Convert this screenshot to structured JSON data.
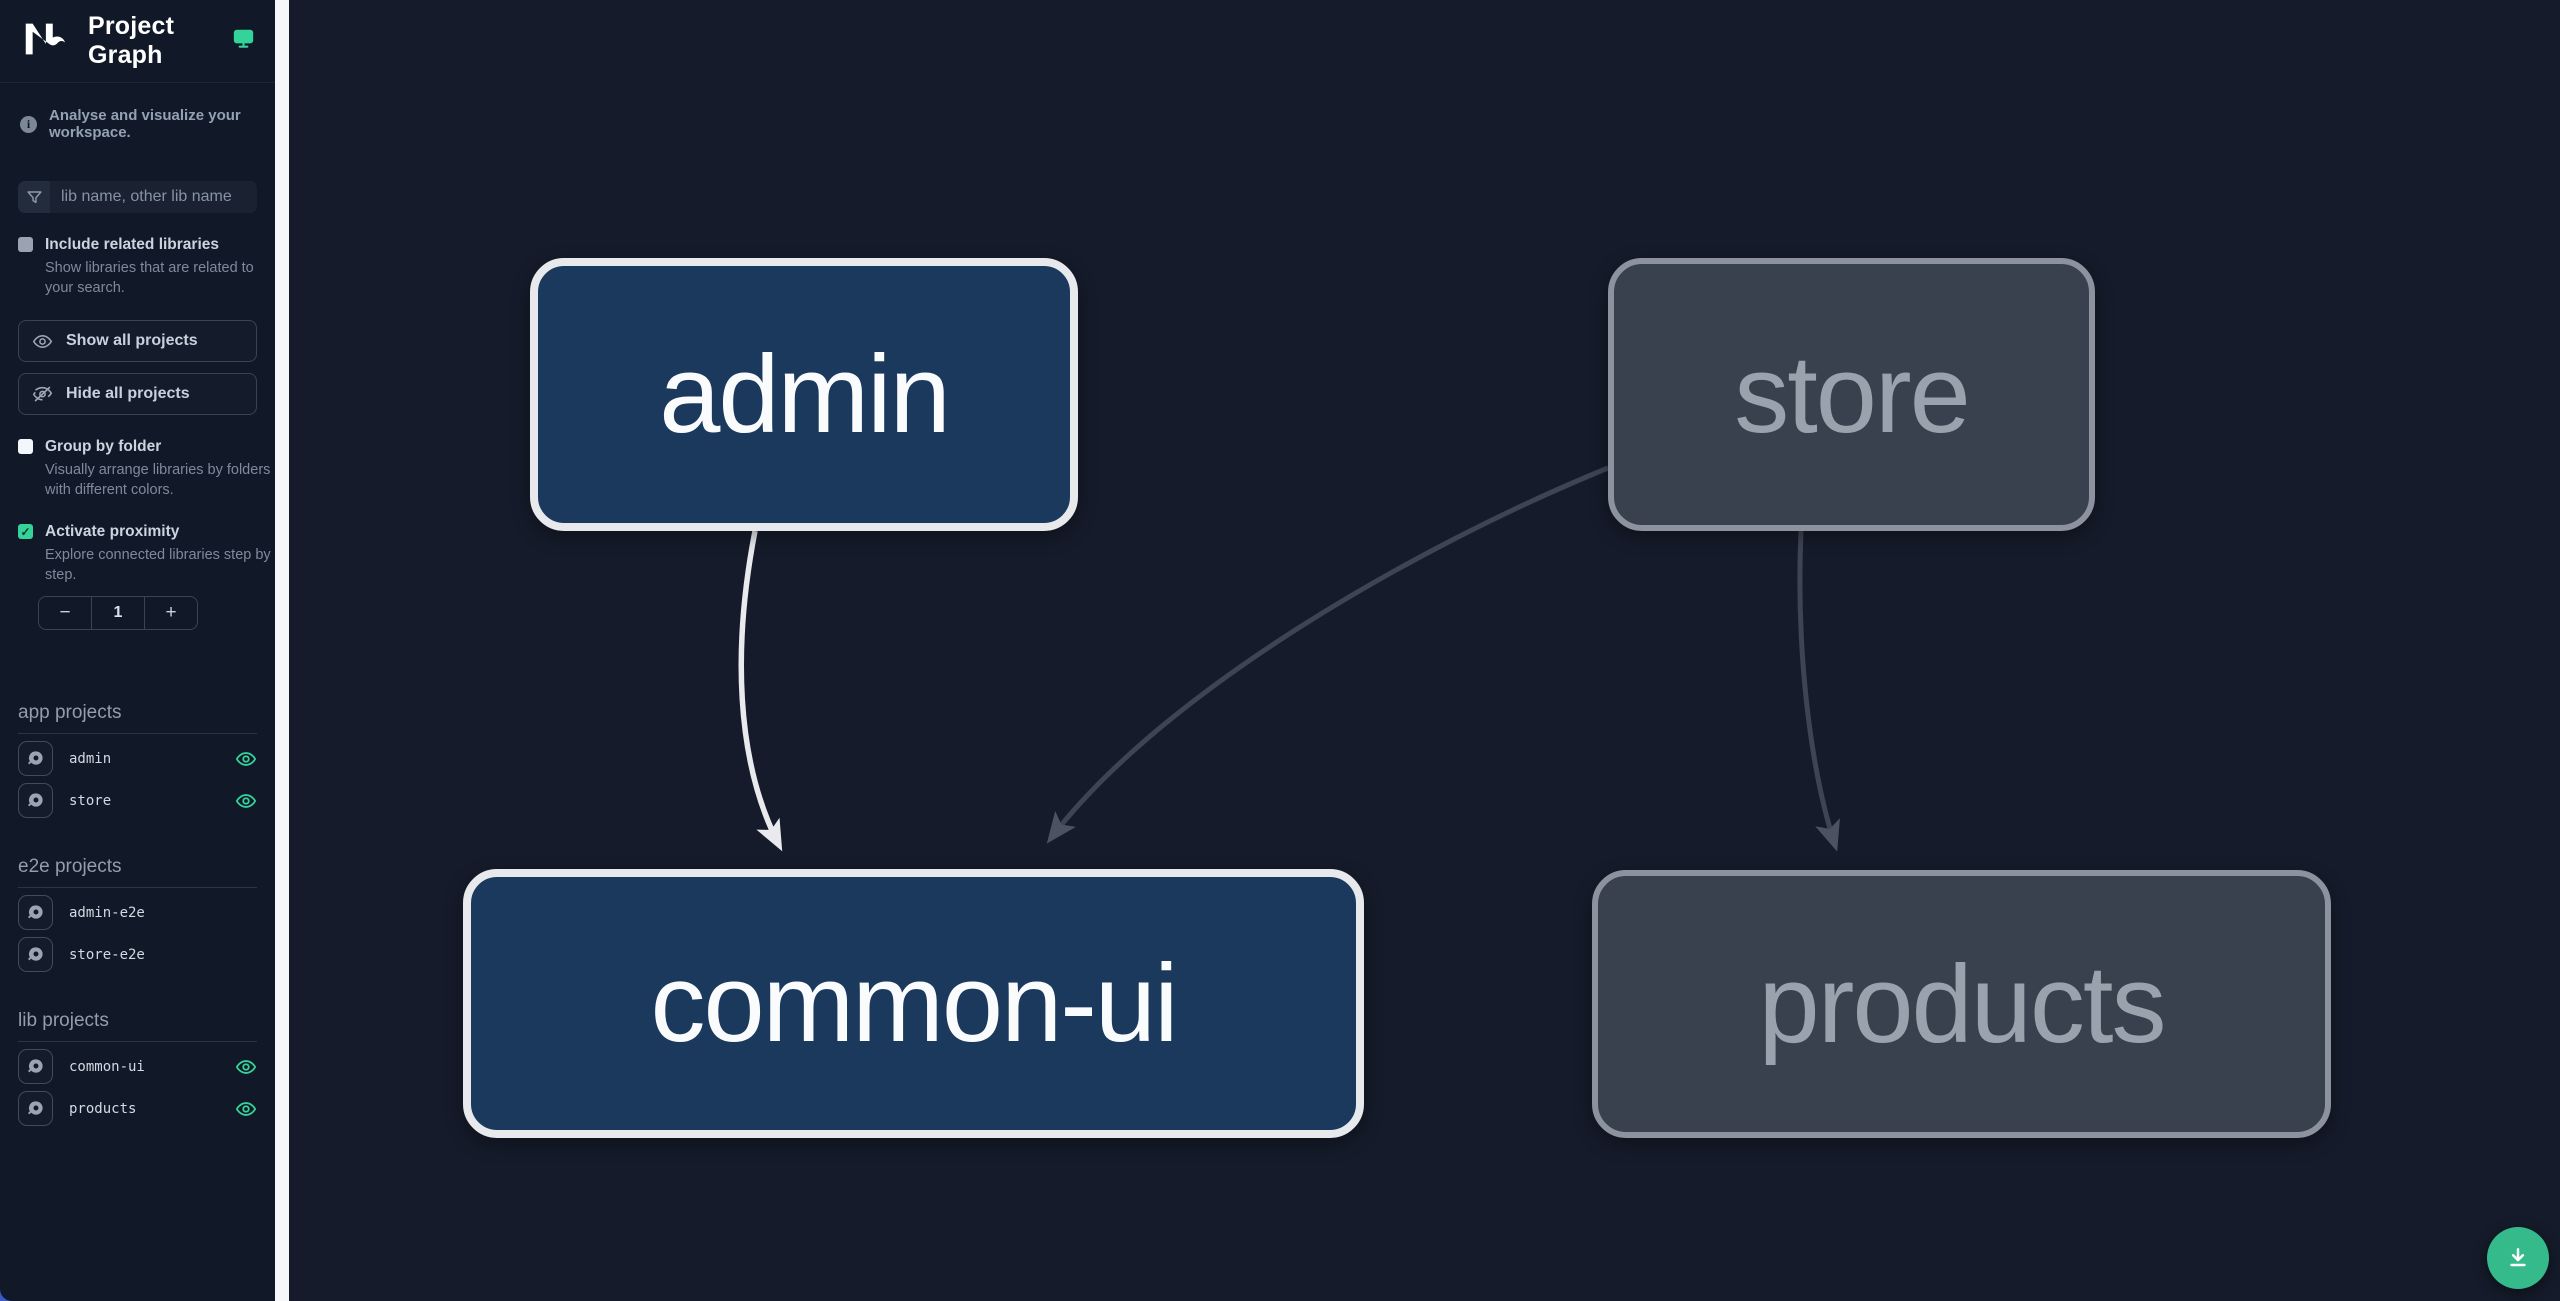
{
  "header": {
    "title": "Project Graph",
    "logo": "nx-logo",
    "monitor_icon": "monitor-icon"
  },
  "sidebar": {
    "tagline": "Analyse and visualize your workspace.",
    "search": {
      "placeholder": "lib name, other lib name"
    },
    "include_related": {
      "label": "Include related libraries",
      "description": "Show libraries that are related to your search.",
      "checked": false
    },
    "show_all_label": "Show all projects",
    "hide_all_label": "Hide all projects",
    "group_by_folder": {
      "label": "Group by folder",
      "description": "Visually arrange libraries by folders with different colors.",
      "checked": false
    },
    "activate_proximity": {
      "label": "Activate proximity",
      "description": "Explore connected libraries step by step.",
      "checked": true
    },
    "proximity_stepper": {
      "decrement": "−",
      "value": "1",
      "increment": "+"
    },
    "sections": [
      {
        "title": "app projects",
        "items": [
          {
            "name": "admin",
            "visible": true
          },
          {
            "name": "store",
            "visible": true
          }
        ]
      },
      {
        "title": "e2e projects",
        "items": [
          {
            "name": "admin-e2e",
            "visible": false
          },
          {
            "name": "store-e2e",
            "visible": false
          }
        ]
      },
      {
        "title": "lib projects",
        "items": [
          {
            "name": "common-ui",
            "visible": true
          },
          {
            "name": "products",
            "visible": true
          }
        ]
      }
    ]
  },
  "graph": {
    "nodes": [
      {
        "id": "admin",
        "label": "admin",
        "state": "focused"
      },
      {
        "id": "store",
        "label": "store",
        "state": "dimmed"
      },
      {
        "id": "common-ui",
        "label": "common-ui",
        "state": "focused"
      },
      {
        "id": "products",
        "label": "products",
        "state": "dimmed"
      }
    ],
    "edges": [
      {
        "from": "admin",
        "to": "common-ui",
        "state": "highlighted"
      },
      {
        "from": "store",
        "to": "common-ui",
        "state": "dimmed"
      },
      {
        "from": "store",
        "to": "products",
        "state": "dimmed"
      }
    ]
  },
  "fab": {
    "icon": "download-icon"
  },
  "colors": {
    "accent_green": "#34d399",
    "fab_green": "#35ba8c",
    "sidebar_bg": "#111827",
    "canvas_bg": "#151b2a",
    "divider": "#f6f7f9",
    "node_focused_bg": "#1b395c",
    "node_focused_border": "#e7e9ec",
    "node_dimmed_bg": "#3a414e",
    "node_dimmed_border": "#8d939e",
    "edge_highlight": "#e8eaee",
    "edge_dimmed": "#3d4454"
  }
}
